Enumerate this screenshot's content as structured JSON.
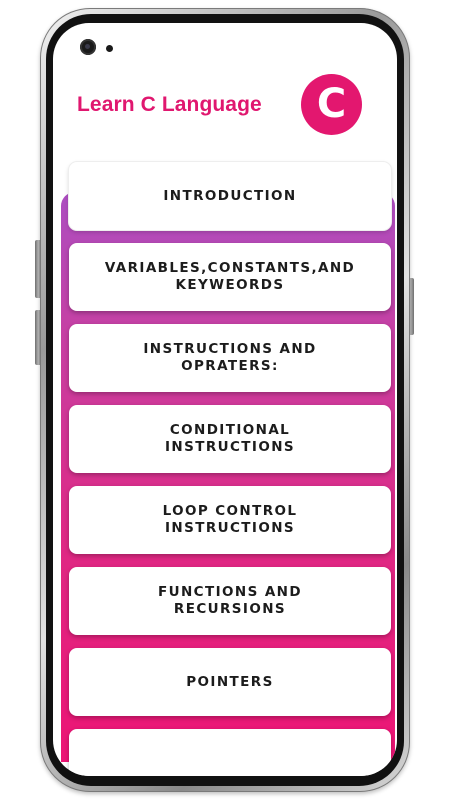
{
  "header": {
    "title": "Learn C Language",
    "logo_letter": "C"
  },
  "colors": {
    "accent": "#e0176f",
    "panel_top": "#ac4ec1",
    "panel_bottom": "#ec1474"
  },
  "topics": [
    {
      "label": "INTRODUCTION"
    },
    {
      "label": "VARIABLES,CONSTANTS,AND KEYWEORDS"
    },
    {
      "label": "INSTRUCTIONS AND OPRATERS:"
    },
    {
      "label": "CONDITIONAL INSTRUCTIONS"
    },
    {
      "label": "LOOP CONTROL INSTRUCTIONS"
    },
    {
      "label": "FUNCTIONS AND RECURSIONS"
    },
    {
      "label": "POINTERS"
    },
    {
      "label": ""
    }
  ]
}
